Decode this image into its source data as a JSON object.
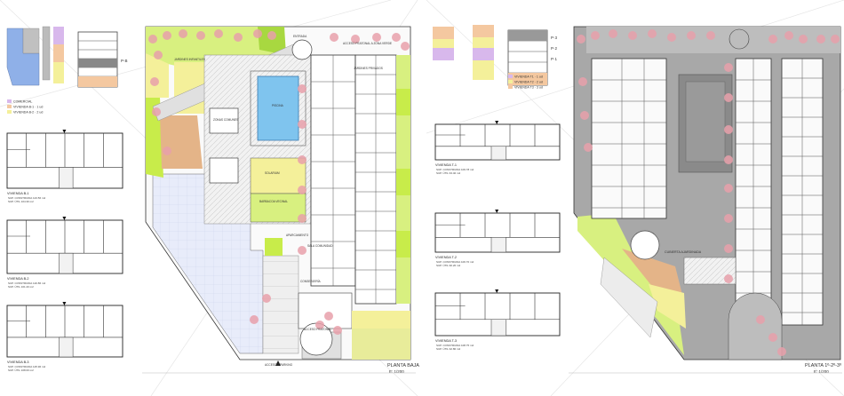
{
  "colors": {
    "pool": "#7fc4ee",
    "lawn_yellow": "#f4f09a",
    "lawn_green": "#d8f080",
    "lime": "#c8ec4a",
    "paving_blue": "#e8ecfa",
    "tan": "#e4b488",
    "lavender": "#d8b8ec",
    "peach": "#f4c8a0",
    "tree": "#e8a0aa",
    "roof_grey": "#c8c8c8",
    "grey_zone": "#a8a8a8"
  },
  "left_sheet": {
    "legend": [
      {
        "label": "COMERCIAL",
        "color": "#d8b8ec"
      },
      {
        "label": "VIVIENDA  B-1 · 1  ud",
        "color": "#f4c8a0"
      },
      {
        "label": "VIVIENDA  B-2 · 2  ud",
        "color": "#f4f09a"
      }
    ],
    "section_mark": "P·B",
    "units": [
      {
        "title": "VIVIENDA B-1",
        "sub1": "SUP. CONSTRUIDA  123.56 m2",
        "sub2": "SUP. ÚTIL           104.30 m2"
      },
      {
        "title": "VIVIENDA B-2",
        "sub1": "SUP. CONSTRUIDA  120.86 m2",
        "sub2": "SUP. ÚTIL           101.20 m2"
      },
      {
        "title": "VIVIENDA B-3",
        "sub1": "SUP. CONSTRUIDA  125.96 m2",
        "sub2": "SUP. ÚTIL           108.00 m2"
      }
    ],
    "plan_labels": [
      "ENTRADA",
      "ACCESO PEATONAL A ZONA VERDE",
      "JARDINES INFANTILES",
      "PISCINA",
      "ZONAS COMUNES",
      "SOLARIUM",
      "BARBACOA VECINAL",
      "JARDINES PRIVADOS",
      "ACCESO PEATONAL",
      "ACCESO A PARKING",
      "APARCAMIENTO",
      "CONSERJERÍA",
      "SALA COMUNIDAD"
    ],
    "title": "PLANTA BAJA",
    "scale": "E: 1/200"
  },
  "right_sheet": {
    "legend": [
      {
        "label": "VIVIENDA  T1 · 1  ud",
        "color": "#d8b8ec"
      },
      {
        "label": "VIVIENDA  T2 · 2  ud",
        "color": "#f4f09a"
      },
      {
        "label": "VIVIENDA  T3 · 3  ud",
        "color": "#f4c8a0"
      }
    ],
    "section_marks": [
      "P·3",
      "P·2",
      "P·1"
    ],
    "units": [
      {
        "title": "VIVIENDA T-1",
        "sub1": "SUP. CONSTRUIDA  109.78 m2",
        "sub2": "SUP. ÚTIL           93.40 m2"
      },
      {
        "title": "VIVIENDA T-2",
        "sub1": "SUP. CONSTRUIDA  106.70 m2",
        "sub2": "SUP. ÚTIL           90.20 m2"
      },
      {
        "title": "VIVIENDA T-3",
        "sub1": "SUP. CONSTRUIDA  108.75 m2",
        "sub2": "SUP. ÚTIL           92.80 m2"
      }
    ],
    "plan_labels": [
      "CUBIERTA AJARDINADA"
    ],
    "title": "PLANTA 1º-2º-3º",
    "scale": "E: 1/200"
  }
}
